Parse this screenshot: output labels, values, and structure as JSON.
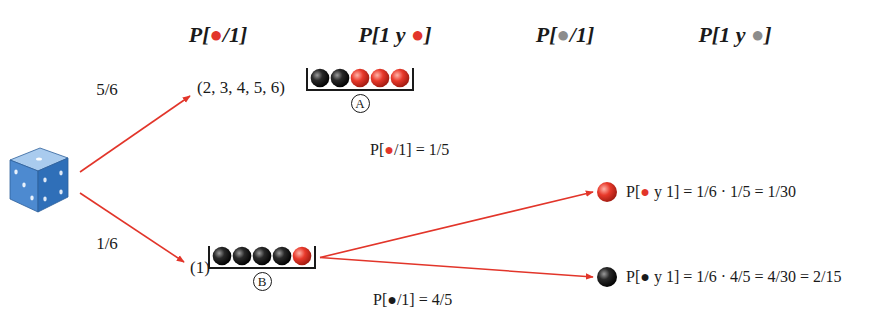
{
  "diagram": {
    "nodes": [
      {
        "text": [
          "(2, 3, 4, 5, 6)"
        ]
      },
      {
        "text": [
          "A"
        ]
      },
      {
        "text": [
          "(1)"
        ]
      },
      {
        "text": [
          "B"
        ]
      },
      {
        "text": [
          "P[● y 1] = 1/6 · 1/5 = 1/30"
        ]
      },
      {
        "text": [
          "P[● y 1] = 1/6 · 4/5 = 4/30 = 2/15"
        ]
      }
    ],
    "edges": [
      {
        "from": 3,
        "to": 4,
        "arrow": "to",
        "label": "P[●/1] = 1/5"
      },
      {
        "from": 3,
        "to": 5,
        "arrow": "to",
        "label": "P[●/1] = 4/5"
      }
    ],
    "labels": [
      "P[●/1]",
      "P[1 y ●]",
      "P[●/1]",
      "P[1 y ●]",
      "5/6",
      "1/6"
    ]
  }
}
